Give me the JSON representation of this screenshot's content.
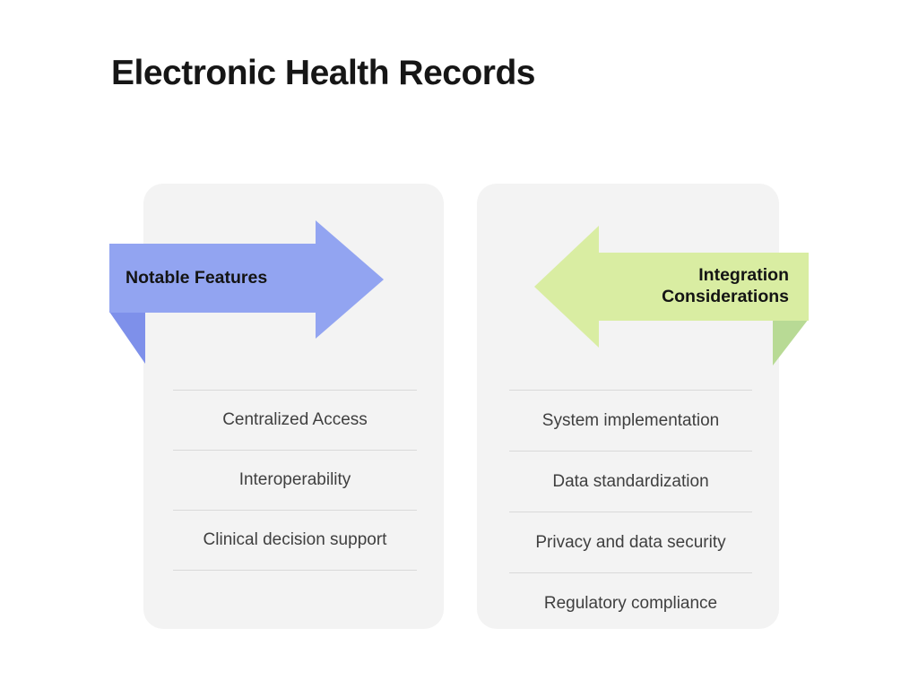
{
  "title": "Electronic Health Records",
  "colors": {
    "background": "#ffffff",
    "card_background": "#f3f3f3",
    "divider": "#d9d9d9",
    "blue_arrow": "#92a4f1",
    "blue_arrow_fold": "#7e90ea",
    "green_arrow": "#d9eda2",
    "green_arrow_fold": "#b8da95",
    "heading_text": "#161616",
    "item_text": "#3f3f3f"
  },
  "left_panel": {
    "arrow_label": "Notable Features",
    "arrow_direction": "right",
    "items": [
      "Centralized Access",
      "Interoperability",
      "Clinical decision support"
    ]
  },
  "right_panel": {
    "arrow_label": "Integration Considerations",
    "arrow_direction": "left",
    "items": [
      "System implementation",
      "Data standardization",
      "Privacy and data security",
      "Regulatory compliance"
    ]
  }
}
